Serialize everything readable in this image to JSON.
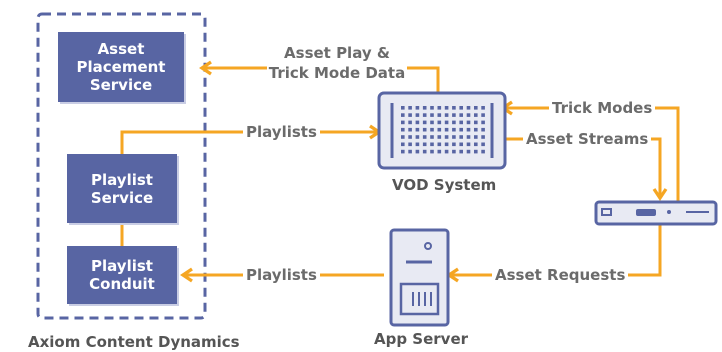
{
  "colors": {
    "box": "#5865a3",
    "dash": "#5865a3",
    "arrow": "#f5a623",
    "label_text": "#6b6b6b",
    "device_fill": "#e8eaf3"
  },
  "axiom_group": {
    "caption": "Axiom Content Dynamics",
    "boxes": {
      "asset_placement": [
        "Asset",
        "Placement",
        "Service"
      ],
      "playlist_service": [
        "Playlist",
        "Service"
      ],
      "playlist_conduit": [
        "Playlist",
        "Conduit"
      ]
    }
  },
  "nodes": {
    "vod_system": {
      "caption": "VOD System",
      "icon": "vod-server-icon"
    },
    "app_server": {
      "caption": "App Server",
      "icon": "tower-server-icon"
    },
    "set_top_box": {
      "icon": "set-top-box-icon"
    }
  },
  "flows": {
    "asset_play": [
      "Asset Play &",
      "Trick Mode Data"
    ],
    "playlists_top": "Playlists",
    "playlists_bottom": "Playlists",
    "trick_modes": "Trick Modes",
    "asset_streams": "Asset Streams",
    "asset_requests": "Asset Requests"
  }
}
